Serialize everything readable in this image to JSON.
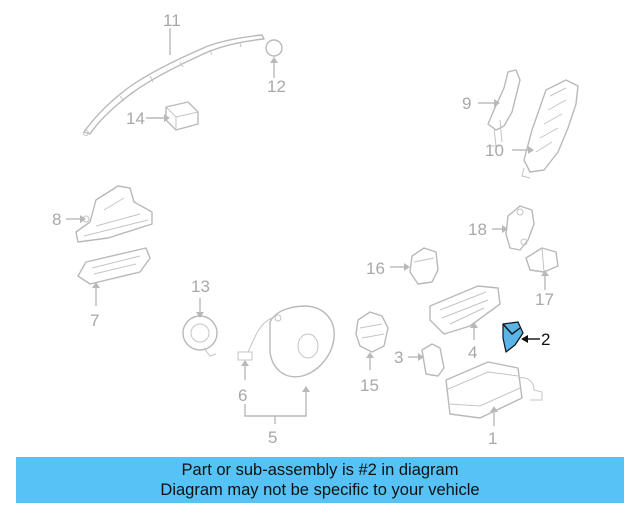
{
  "callouts": [
    "1",
    "2",
    "3",
    "4",
    "5",
    "6",
    "7",
    "8",
    "9",
    "10",
    "11",
    "12",
    "13",
    "14",
    "15",
    "16",
    "17",
    "18"
  ],
  "highlighted_callout": "2",
  "colors": {
    "highlight_fill": "#5ab4e6",
    "banner": "#56c2f5",
    "part_line": "#b9b9b9"
  },
  "banner": {
    "line1": "Part or sub-assembly is #2 in diagram",
    "line2": "Diagram may not be specific to your vehicle"
  }
}
